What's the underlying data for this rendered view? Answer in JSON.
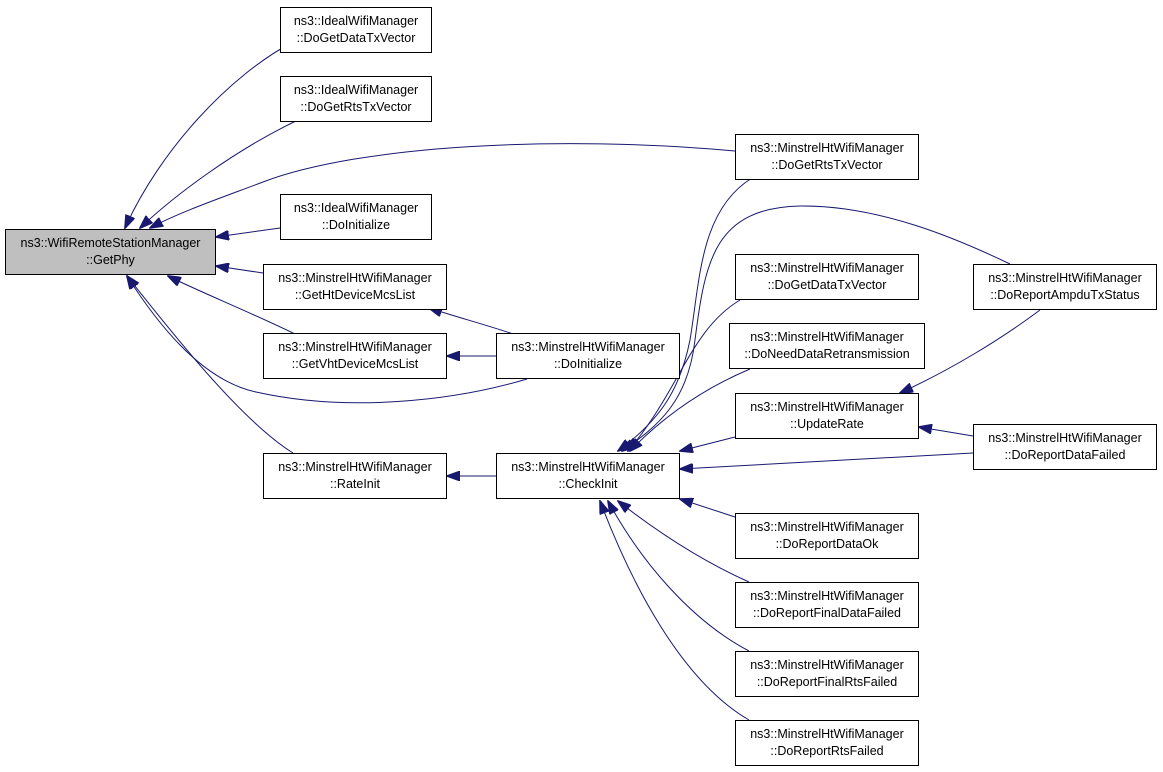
{
  "colors": {
    "edge": "#191970",
    "root_fill": "#bfbfbf",
    "node_fill": "#ffffff",
    "border": "#000000"
  },
  "nodes": {
    "getphy": {
      "line1": "ns3::WifiRemoteStationManager",
      "line2": "::GetPhy"
    },
    "ideal_dogetdatatx": {
      "line1": "ns3::IdealWifiManager",
      "line2": "::DoGetDataTxVector"
    },
    "ideal_dogetrtstx": {
      "line1": "ns3::IdealWifiManager",
      "line2": "::DoGetRtsTxVector"
    },
    "ideal_doinitialize": {
      "line1": "ns3::IdealWifiManager",
      "line2": "::DoInitialize"
    },
    "mht_getht": {
      "line1": "ns3::MinstrelHtWifiManager",
      "line2": "::GetHtDeviceMcsList"
    },
    "mht_getvht": {
      "line1": "ns3::MinstrelHtWifiManager",
      "line2": "::GetVhtDeviceMcsList"
    },
    "mht_rateinit": {
      "line1": "ns3::MinstrelHtWifiManager",
      "line2": "::RateInit"
    },
    "mht_doinitialize": {
      "line1": "ns3::MinstrelHtWifiManager",
      "line2": "::DoInitialize"
    },
    "mht_checkinit": {
      "line1": "ns3::MinstrelHtWifiManager",
      "line2": "::CheckInit"
    },
    "mht_dogetrtstx": {
      "line1": "ns3::MinstrelHtWifiManager",
      "line2": "::DoGetRtsTxVector"
    },
    "mht_dogetdatatx": {
      "line1": "ns3::MinstrelHtWifiManager",
      "line2": "::DoGetDataTxVector"
    },
    "mht_doneeddataretx": {
      "line1": "ns3::MinstrelHtWifiManager",
      "line2": "::DoNeedDataRetransmission"
    },
    "mht_updaterate": {
      "line1": "ns3::MinstrelHtWifiManager",
      "line2": "::UpdateRate"
    },
    "mht_doreportdataok": {
      "line1": "ns3::MinstrelHtWifiManager",
      "line2": "::DoReportDataOk"
    },
    "mht_doreportfinaldata": {
      "line1": "ns3::MinstrelHtWifiManager",
      "line2": "::DoReportFinalDataFailed"
    },
    "mht_doreportfinalrts": {
      "line1": "ns3::MinstrelHtWifiManager",
      "line2": "::DoReportFinalRtsFailed"
    },
    "mht_doreportrts": {
      "line1": "ns3::MinstrelHtWifiManager",
      "line2": "::DoReportRtsFailed"
    },
    "mht_doreportampdu": {
      "line1": "ns3::MinstrelHtWifiManager",
      "line2": "::DoReportAmpduTxStatus"
    },
    "mht_doreportdatafailed": {
      "line1": "ns3::MinstrelHtWifiManager",
      "line2": "::DoReportDataFailed"
    }
  },
  "edges": [
    {
      "from": "ideal_dogetdatatx",
      "to": "getphy"
    },
    {
      "from": "ideal_dogetrtstx",
      "to": "getphy"
    },
    {
      "from": "mht_dogetrtstx",
      "to": "getphy"
    },
    {
      "from": "ideal_doinitialize",
      "to": "getphy"
    },
    {
      "from": "mht_getht",
      "to": "getphy"
    },
    {
      "from": "mht_getvht",
      "to": "getphy"
    },
    {
      "from": "mht_doinitialize",
      "to": "getphy"
    },
    {
      "from": "mht_rateinit",
      "to": "getphy"
    },
    {
      "from": "mht_doinitialize",
      "to": "mht_getht"
    },
    {
      "from": "mht_doinitialize",
      "to": "mht_getvht"
    },
    {
      "from": "mht_checkinit",
      "to": "mht_rateinit"
    },
    {
      "from": "mht_dogetrtstx",
      "to": "mht_checkinit"
    },
    {
      "from": "mht_doreportampdu",
      "to": "mht_checkinit"
    },
    {
      "from": "mht_dogetdatatx",
      "to": "mht_checkinit"
    },
    {
      "from": "mht_doneeddataretx",
      "to": "mht_checkinit"
    },
    {
      "from": "mht_updaterate",
      "to": "mht_checkinit"
    },
    {
      "from": "mht_doreportdatafailed",
      "to": "mht_checkinit"
    },
    {
      "from": "mht_doreportdataok",
      "to": "mht_checkinit"
    },
    {
      "from": "mht_doreportfinaldata",
      "to": "mht_checkinit"
    },
    {
      "from": "mht_doreportfinalrts",
      "to": "mht_checkinit"
    },
    {
      "from": "mht_doreportrts",
      "to": "mht_checkinit"
    },
    {
      "from": "mht_doreportampdu",
      "to": "mht_updaterate"
    },
    {
      "from": "mht_doreportdatafailed",
      "to": "mht_updaterate"
    }
  ]
}
